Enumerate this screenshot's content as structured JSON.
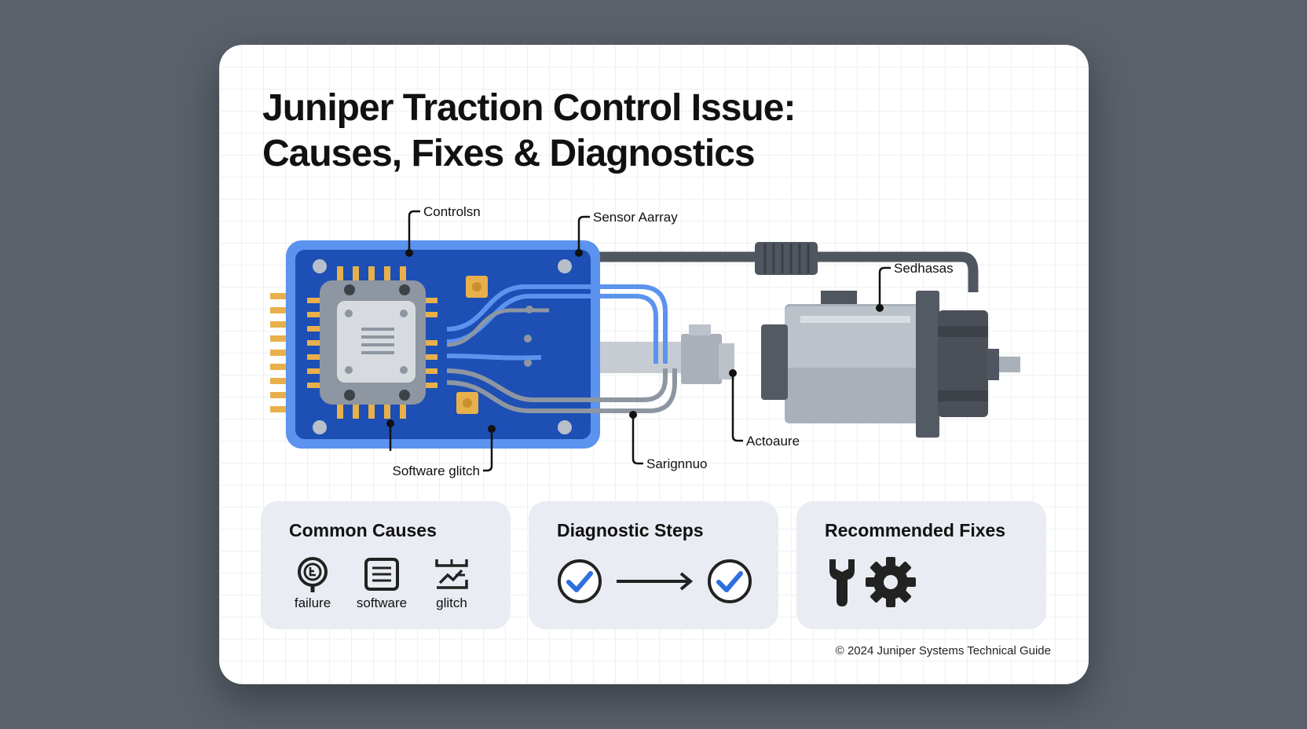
{
  "title": {
    "line1": "Juniper Traction Control Issue:",
    "line2": "Causes, Fixes & Diagnostics"
  },
  "diagram": {
    "labels": {
      "controller": "Controlsn",
      "sensor_array": "Sensor Aarray",
      "sedhases": "Sedhasas",
      "actuator": "Actoaure",
      "signal": "Sarignnuo",
      "software_glitch": "Software glitch"
    }
  },
  "panels": {
    "causes": {
      "title": "Common Causes",
      "items": [
        {
          "label": "failure",
          "icon": "magnifier-icon"
        },
        {
          "label": "software",
          "icon": "document-icon"
        },
        {
          "label": "glitch",
          "icon": "glitch-chart-icon"
        }
      ]
    },
    "diagnostics": {
      "title": "Diagnostic Steps",
      "icons": [
        "check-circle-icon",
        "arrow-right-icon",
        "check-circle-icon"
      ]
    },
    "fixes": {
      "title": "Recommended Fixes",
      "icons": [
        "wrench-icon",
        "gear-icon"
      ]
    }
  },
  "footer": "© 2024 Juniper Systems Technical Guide",
  "colors": {
    "board": "#1d4fb5",
    "board_border": "#5b93ee",
    "trace_blue": "#5b93ee",
    "gold": "#e8b04a",
    "cable": "#505660",
    "motor_light": "#a9b0ba",
    "motor_dark": "#545a63",
    "check_blue": "#2e6ee0"
  }
}
